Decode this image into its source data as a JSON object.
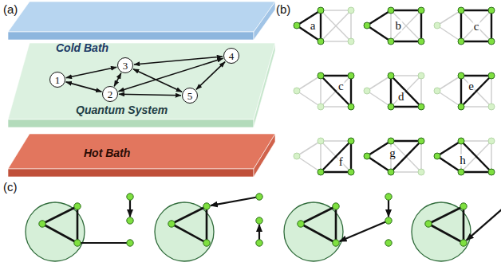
{
  "diagram": {
    "nodes": [
      {
        "text": [
          "Cold Bath"
        ]
      },
      {
        "text": [
          "Quantum System"
        ]
      },
      {
        "text": [
          "1"
        ],
        "in": 1
      },
      {
        "text": [
          "2"
        ],
        "in": 1
      },
      {
        "text": [
          "3"
        ],
        "in": 1
      },
      {
        "text": [
          "4"
        ],
        "in": 1
      },
      {
        "text": [
          "5"
        ],
        "in": 1
      },
      {
        "text": [
          "Hot Bath"
        ]
      }
    ],
    "edges": [
      {
        "from": 2,
        "to": 4,
        "arrow": "both"
      },
      {
        "from": 2,
        "to": 3,
        "arrow": "both"
      },
      {
        "from": 3,
        "to": 4,
        "arrow": "both"
      },
      {
        "from": 4,
        "to": 5,
        "arrow": "both"
      },
      {
        "from": 4,
        "to": 6,
        "arrow": "both"
      },
      {
        "from": 3,
        "to": 5,
        "arrow": "both"
      },
      {
        "from": 3,
        "to": 6,
        "arrow": "both"
      },
      {
        "from": 5,
        "to": 6,
        "arrow": "both"
      }
    ],
    "labels": [
      "(a)",
      "(b)",
      "a",
      "b",
      "c",
      "c",
      "d",
      "e",
      "f",
      "g",
      "h",
      "(c)"
    ]
  }
}
